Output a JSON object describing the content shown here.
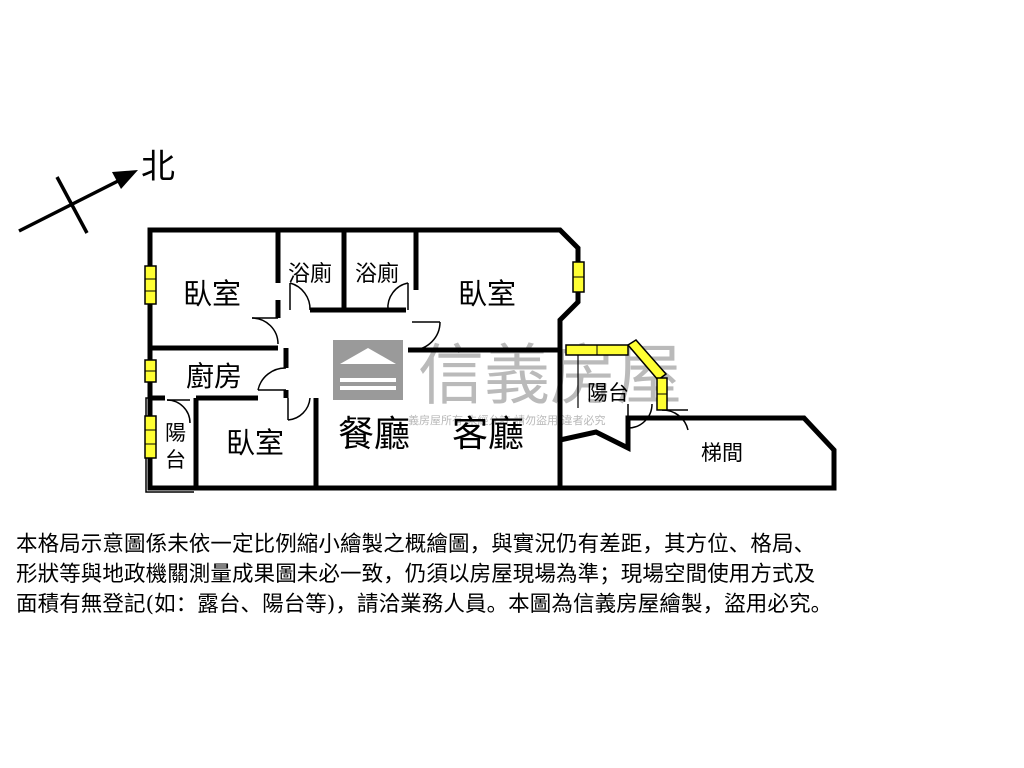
{
  "compass": {
    "north_label": "北"
  },
  "rooms": {
    "bedroom_nw": "臥室",
    "bath_left": "浴廁",
    "bath_right": "浴廁",
    "bedroom_ne": "臥室",
    "kitchen": "廚房",
    "balcony_left": "陽台",
    "bedroom_sw": "臥室",
    "dining": "餐廳",
    "living": "客廳",
    "balcony_right": "陽台",
    "stairwell": "梯間"
  },
  "watermark": {
    "brand": "信義房屋",
    "subtext": "義房屋所有 未經允許 請勿盜用 違者必究",
    "colors": {
      "logo": "#9a9a9a",
      "text": "#a9a9a9"
    }
  },
  "disclaimer": {
    "lines": [
      "本格局示意圖係未依一定比例縮小繪製之概繪圖，與實況仍有差距，其方位、格局、",
      "形狀等與地政機關測量成果圖未必一致，仍須以房屋現場為準；現場空間使用方式及",
      "面積有無登記(如：露台、陽台等)，請洽業務人員。本圖為信義房屋繪製，盜用必究。"
    ]
  },
  "colors": {
    "wall": "#000000",
    "window": "#ffff33",
    "background": "#ffffff"
  }
}
